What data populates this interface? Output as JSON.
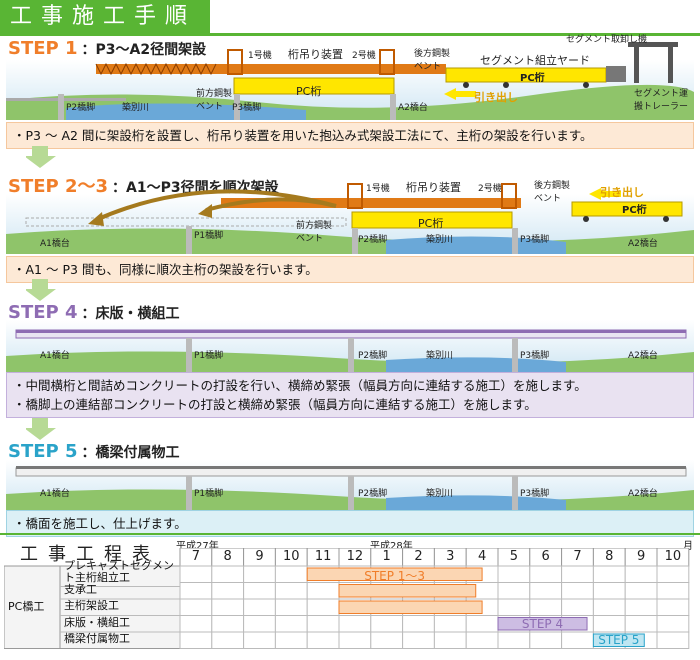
{
  "header": {
    "title": "工事施工手順"
  },
  "colors": {
    "green": "#59b534",
    "orange": "#f07e2a",
    "purple": "#8e6cb3",
    "blue": "#2aa3c9",
    "girder": "#ffe600",
    "truss": "#e07a16"
  },
  "step1": {
    "num": "STEP 1",
    "title": "：P3～A2径間架設",
    "labels": {
      "machine1": "1号機",
      "lift": "桁吊り装置",
      "machine2": "2号機",
      "rear_bent": "後方鋼製ベント",
      "yard": "セグメント組立ヤード",
      "unloader": "セグメント取卸し機",
      "pc": "PC桁",
      "front_bent": "前方鋼製ベント",
      "p2": "P2橋脚",
      "river": "築別川",
      "p3": "P3橋脚",
      "a2": "A2橋台",
      "pull": "引き出し",
      "trailer": "セグメント運搬トレーラー"
    },
    "desc": "・P3 ～ A2 間に架設桁を設置し、桁吊り装置を用いた抱込み式架設工法にて、主桁の架設を行います。"
  },
  "step2": {
    "num": "STEP 2～3",
    "title": "：A1～P3径間を順次架設",
    "labels": {
      "machine1": "1号機",
      "lift": "桁吊り装置",
      "machine2": "2号機",
      "rear_bent": "後方鋼製ベント",
      "pull": "引き出し",
      "pc": "PC桁",
      "pc2": "PC桁",
      "front_bent": "前方鋼製ベント",
      "a1": "A1橋台",
      "p1": "P1橋脚",
      "p2": "P2橋脚",
      "river": "築別川",
      "p3": "P3橋脚",
      "a2": "A2橋台"
    },
    "desc": "・A1 ～ P3 間も、同様に順次主桁の架設を行います。"
  },
  "step4": {
    "num": "STEP 4",
    "title": "：床版・横組工",
    "labels": {
      "a1": "A1橋台",
      "p1": "P1橋脚",
      "p2": "P2橋脚",
      "river": "築別川",
      "p3": "P3橋脚",
      "a2": "A2橋台"
    },
    "desc1": "・中間横桁と間詰めコンクリートの打設を行い、横締め緊張（幅員方向に連結する施工）を施します。",
    "desc2": "・橋脚上の連結部コンクリートの打設と横締め緊張（幅員方向に連結する施工）を施します。"
  },
  "step5": {
    "num": "STEP 5",
    "title": "：橋梁付属物工",
    "labels": {
      "a1": "A1橋台",
      "p1": "P1橋脚",
      "p2": "P2橋脚",
      "river": "築別川",
      "p3": "P3橋脚",
      "a2": "A2橋台"
    },
    "desc": "・橋面を施工し、仕上げます。"
  },
  "schedule": {
    "title": "工事工程表",
    "era1": "平成27年",
    "era2": "平成28年",
    "month_unit": "月",
    "months": [
      "7",
      "8",
      "9",
      "10",
      "11",
      "12",
      "1",
      "2",
      "3",
      "4",
      "5",
      "6",
      "7",
      "8",
      "9",
      "10"
    ],
    "group": "PC橋工",
    "rows": [
      {
        "label": "プレキャストセグメント主桁組立工",
        "start": 4,
        "end": 9.5,
        "color": "orange",
        "bar_label": "STEP 1～3"
      },
      {
        "label": "支承工",
        "start": 5,
        "end": 9.3,
        "color": "orange",
        "bar_label": ""
      },
      {
        "label": "主桁架設工",
        "start": 5,
        "end": 9.5,
        "color": "orange",
        "bar_label": ""
      },
      {
        "label": "床版・横組工",
        "start": 10,
        "end": 12.8,
        "color": "purple",
        "bar_label": "STEP 4"
      },
      {
        "label": "橋梁付属物工",
        "start": 13,
        "end": 14.6,
        "color": "blue",
        "bar_label": "STEP 5"
      }
    ]
  }
}
